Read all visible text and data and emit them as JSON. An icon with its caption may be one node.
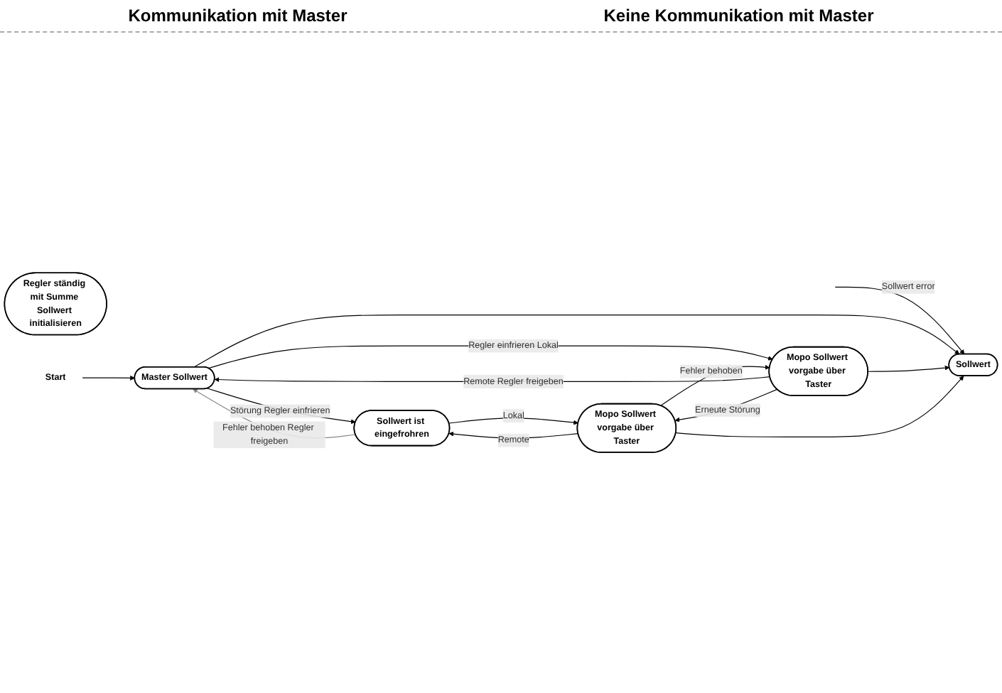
{
  "diagram": {
    "nodes": [
      {
        "text": [
          "Master Sollwert"
        ]
      },
      {
        "text": [
          "Sollwert ist eingefrohren"
        ]
      },
      {
        "text": [
          "Sollwert"
        ]
      },
      {
        "text": [
          "Mopo Sollwert vorgabe über Taster"
        ]
      },
      {
        "text": [
          "Regler ständig mit Summe Sollwert initialisieren"
        ]
      },
      {
        "text": [
          "Mopo Sollwert vorgabe über Taster"
        ]
      },
      {
        "text": [
          "Start"
        ]
      }
    ],
    "edges": [
      {
        "from": 6,
        "to": 0,
        "arrow": "to"
      },
      {
        "from": 1,
        "to": 0,
        "arrow": "to",
        "label": "Fehler behoben Regler freigeben",
        "color": "#888888"
      },
      {
        "from": 0,
        "to": 1,
        "arrow": "to",
        "label": "Störung Regler einfrieren"
      },
      {
        "from": null,
        "to": 2,
        "arrow": "to",
        "label": "Sollwert error"
      },
      {
        "from": 0,
        "to": 2,
        "arrow": "to"
      },
      {
        "from": 3,
        "to": 0,
        "arrow": "to",
        "label": "Remote Regler freigeben"
      },
      {
        "from": 0,
        "to": 3,
        "arrow": "to",
        "label": "Regler einfrieren Lokal"
      },
      {
        "from": 3,
        "to": 2,
        "arrow": "to"
      },
      {
        "from": 5,
        "to": 2,
        "arrow": "to"
      },
      {
        "from": 5,
        "to": 3,
        "arrow": "to",
        "label": "Fehler behoben"
      },
      {
        "from": 3,
        "to": 5,
        "arrow": "to",
        "label": "Erneute Störung"
      },
      {
        "from": 5,
        "to": 1,
        "arrow": "to",
        "label": "Remote"
      },
      {
        "from": 1,
        "to": 5,
        "arrow": "to",
        "label": "Lokal"
      }
    ],
    "labels": [
      "Kommunikation mit Master",
      "Keine Kommunikation mit Master"
    ]
  }
}
